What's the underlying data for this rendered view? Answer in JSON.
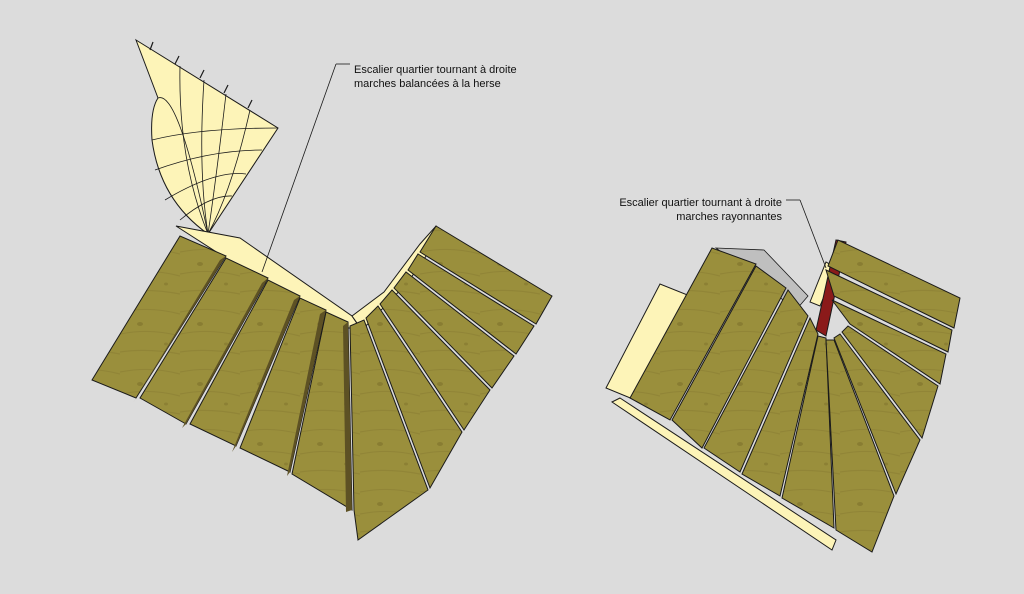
{
  "callouts": [
    {
      "line1": "Escalier quartier tournant à droite",
      "line2": "marches balancées à la herse"
    },
    {
      "line1": "Escalier quartier tournant à droite",
      "line2": "marches rayonnantes"
    }
  ],
  "colors": {
    "background": "#dcdcdc",
    "wood": "#9a8f3c",
    "wood_side": "#5d5124",
    "stringer": "#fdf4b8",
    "landing_accent": "#8b1a1a",
    "outline": "#1a1a1a"
  }
}
